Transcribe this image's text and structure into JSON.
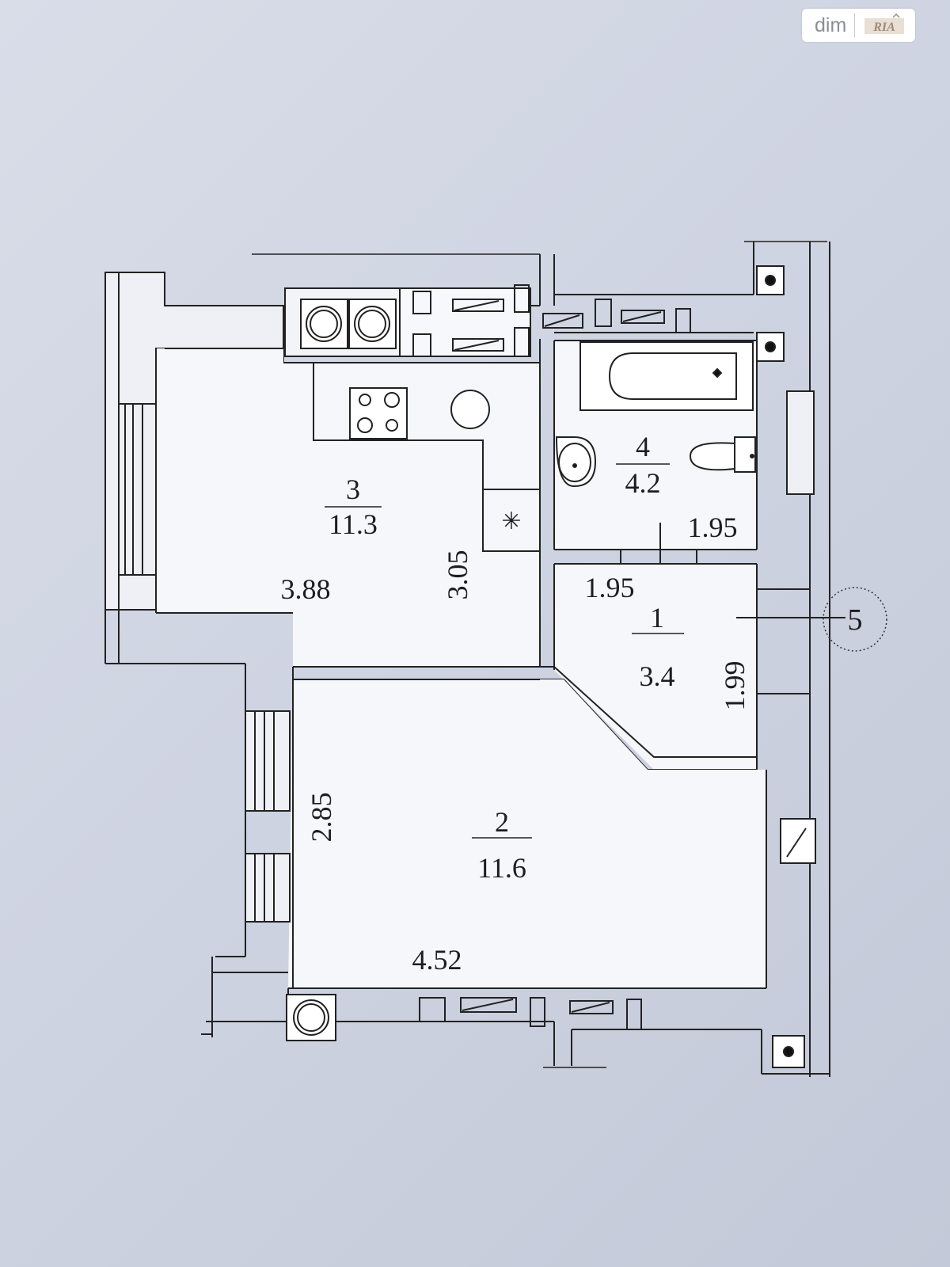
{
  "watermark": {
    "brand": "dim",
    "ria": "RIA"
  },
  "rooms": [
    {
      "number": "3",
      "area": "11.3"
    },
    {
      "number": "4",
      "area": "4.2"
    },
    {
      "number": "1",
      "area": "3.4"
    },
    {
      "number": "2",
      "area": "11.6"
    }
  ],
  "dimensions": {
    "kitchen_width": "3.88",
    "kitchen_depth": "3.05",
    "bathroom_width": "1.95",
    "hall_width": "1.95",
    "hall_depth": "1.99",
    "room_depth": "2.85",
    "room_width": "4.52"
  },
  "axis_marker": "5",
  "colors": {
    "paper": "#d3d8e5",
    "ink": "#1d1d1f",
    "wall_fill": "#ffffff"
  }
}
